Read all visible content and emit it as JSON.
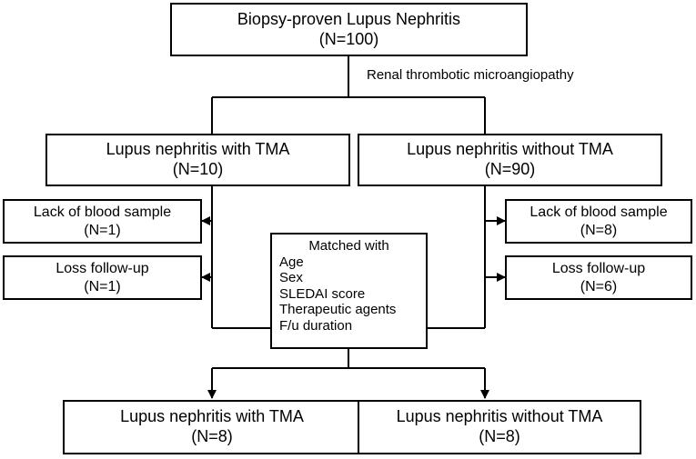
{
  "top": {
    "title": "Biopsy-proven Lupus Nephritis",
    "n": "(N=100)"
  },
  "split_label": "Renal thrombotic microangiopathy",
  "left_group": {
    "title": "Lupus nephritis with TMA",
    "n": "(N=10)"
  },
  "right_group": {
    "title": "Lupus nephritis without TMA",
    "n": "(N=90)"
  },
  "left_excl": [
    {
      "title": "Lack of blood sample",
      "n": "(N=1)"
    },
    {
      "title": "Loss follow-up",
      "n": "(N=1)"
    }
  ],
  "right_excl": [
    {
      "title": "Lack of blood sample",
      "n": "(N=8)"
    },
    {
      "title": "Loss follow-up",
      "n": "(N=6)"
    }
  ],
  "matched": {
    "heading": "Matched with",
    "items": [
      "Age",
      "Sex",
      "SLEDAI score",
      "Therapeutic agents",
      "F/u duration"
    ]
  },
  "final_left": {
    "title": "Lupus nephritis with TMA",
    "n": "(N=8)"
  },
  "final_right": {
    "title": "Lupus nephritis without TMA",
    "n": "(N=8)"
  }
}
